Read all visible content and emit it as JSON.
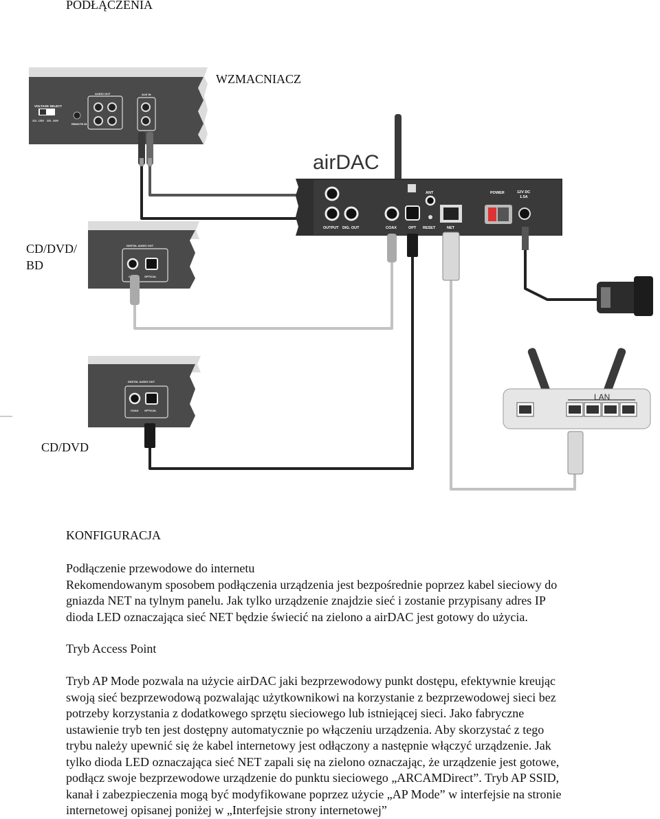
{
  "heading": "PODŁĄCZENIA",
  "diagram": {
    "amplifier_label": "WZMACNIACZ",
    "player1_label_line1": "CD/DVD/",
    "player1_label_line2": "BD",
    "player2_label": "CD/DVD",
    "brand_logo": "airDAC",
    "lan_label": "LAN",
    "amp_panel": {
      "voltage_select": "VOLTAGE SELECT",
      "voltage_115": "115 - 120V",
      "voltage_230": "220 - 240V",
      "remote_in": "REMOTE IN",
      "audio_out": "AUDIO OUT",
      "aux_in": "AUX IN"
    },
    "airdac_panel": {
      "output": "OUTPUT",
      "dig_out": "DIG. OUT",
      "coax": "COAX",
      "opt": "OPT",
      "reset": "RESET",
      "net": "NET",
      "ant": "ANT",
      "power": "POWER",
      "dc": "12V DC",
      "amps": "1.5A"
    },
    "player_panel": {
      "digital_audio_out": "DIGITAL AUDIO OUT",
      "coax": "COAX",
      "optical": "OPTICAL"
    }
  },
  "config": {
    "heading": "KONFIGURACJA",
    "wired": {
      "title": "Podłączenie przewodowe do internetu",
      "lines": [
        "Rekomendowanym sposobem podłączenia urządzenia jest bezpośrednie poprzez kabel sieciowy do",
        "gniazda NET na tylnym panelu. Jak tylko urządzenie znajdzie sieć i zostanie przypisany adres IP",
        "dioda LED oznaczająca sieć NET będzie świecić na zielono a airDAC jest gotowy do użycia."
      ]
    },
    "ap": {
      "title": "Tryb Access Point",
      "lines": [
        "Tryb AP Mode pozwala na użycie airDAC jaki bezprzewodowy punkt dostępu, efektywnie kreując",
        "swoją sieć bezprzewodową pozwalając użytkownikowi na korzystanie z bezprzewodowej sieci bez",
        "potrzeby korzystania z dodatkowego sprzętu sieciowego lub istniejącej sieci. Jako fabryczne",
        "ustawienie tryb ten jest dostępny automatycznie po włączeniu urządzenia. Aby skorzystać z tego",
        "trybu należy upewnić się że kabel internetowy jest odłączony a następnie włączyć urządzenie. Jak",
        "tylko dioda LED oznaczająca sieć NET zapali się na zielono oznaczając, że urządzenie jest gotowe,",
        "podłącz swoje bezprzewodowe urządzenie do punktu sieciowego „ARCAMDirect”. Tryb AP SSID,",
        "kanał i zabezpieczenia mogą być modyfikowane poprzez użycie „AP Mode” w interfejsie na stronie",
        "internetowej opisanej poniżej w „Interfejsie strony internetowej”"
      ]
    }
  },
  "colors": {
    "panel_dark": "#4a4a4a",
    "panel_top": "#dcdcdc",
    "cable_dark": "#222222",
    "cable_light": "#bdbdbd",
    "router": "#e6e6e6"
  }
}
